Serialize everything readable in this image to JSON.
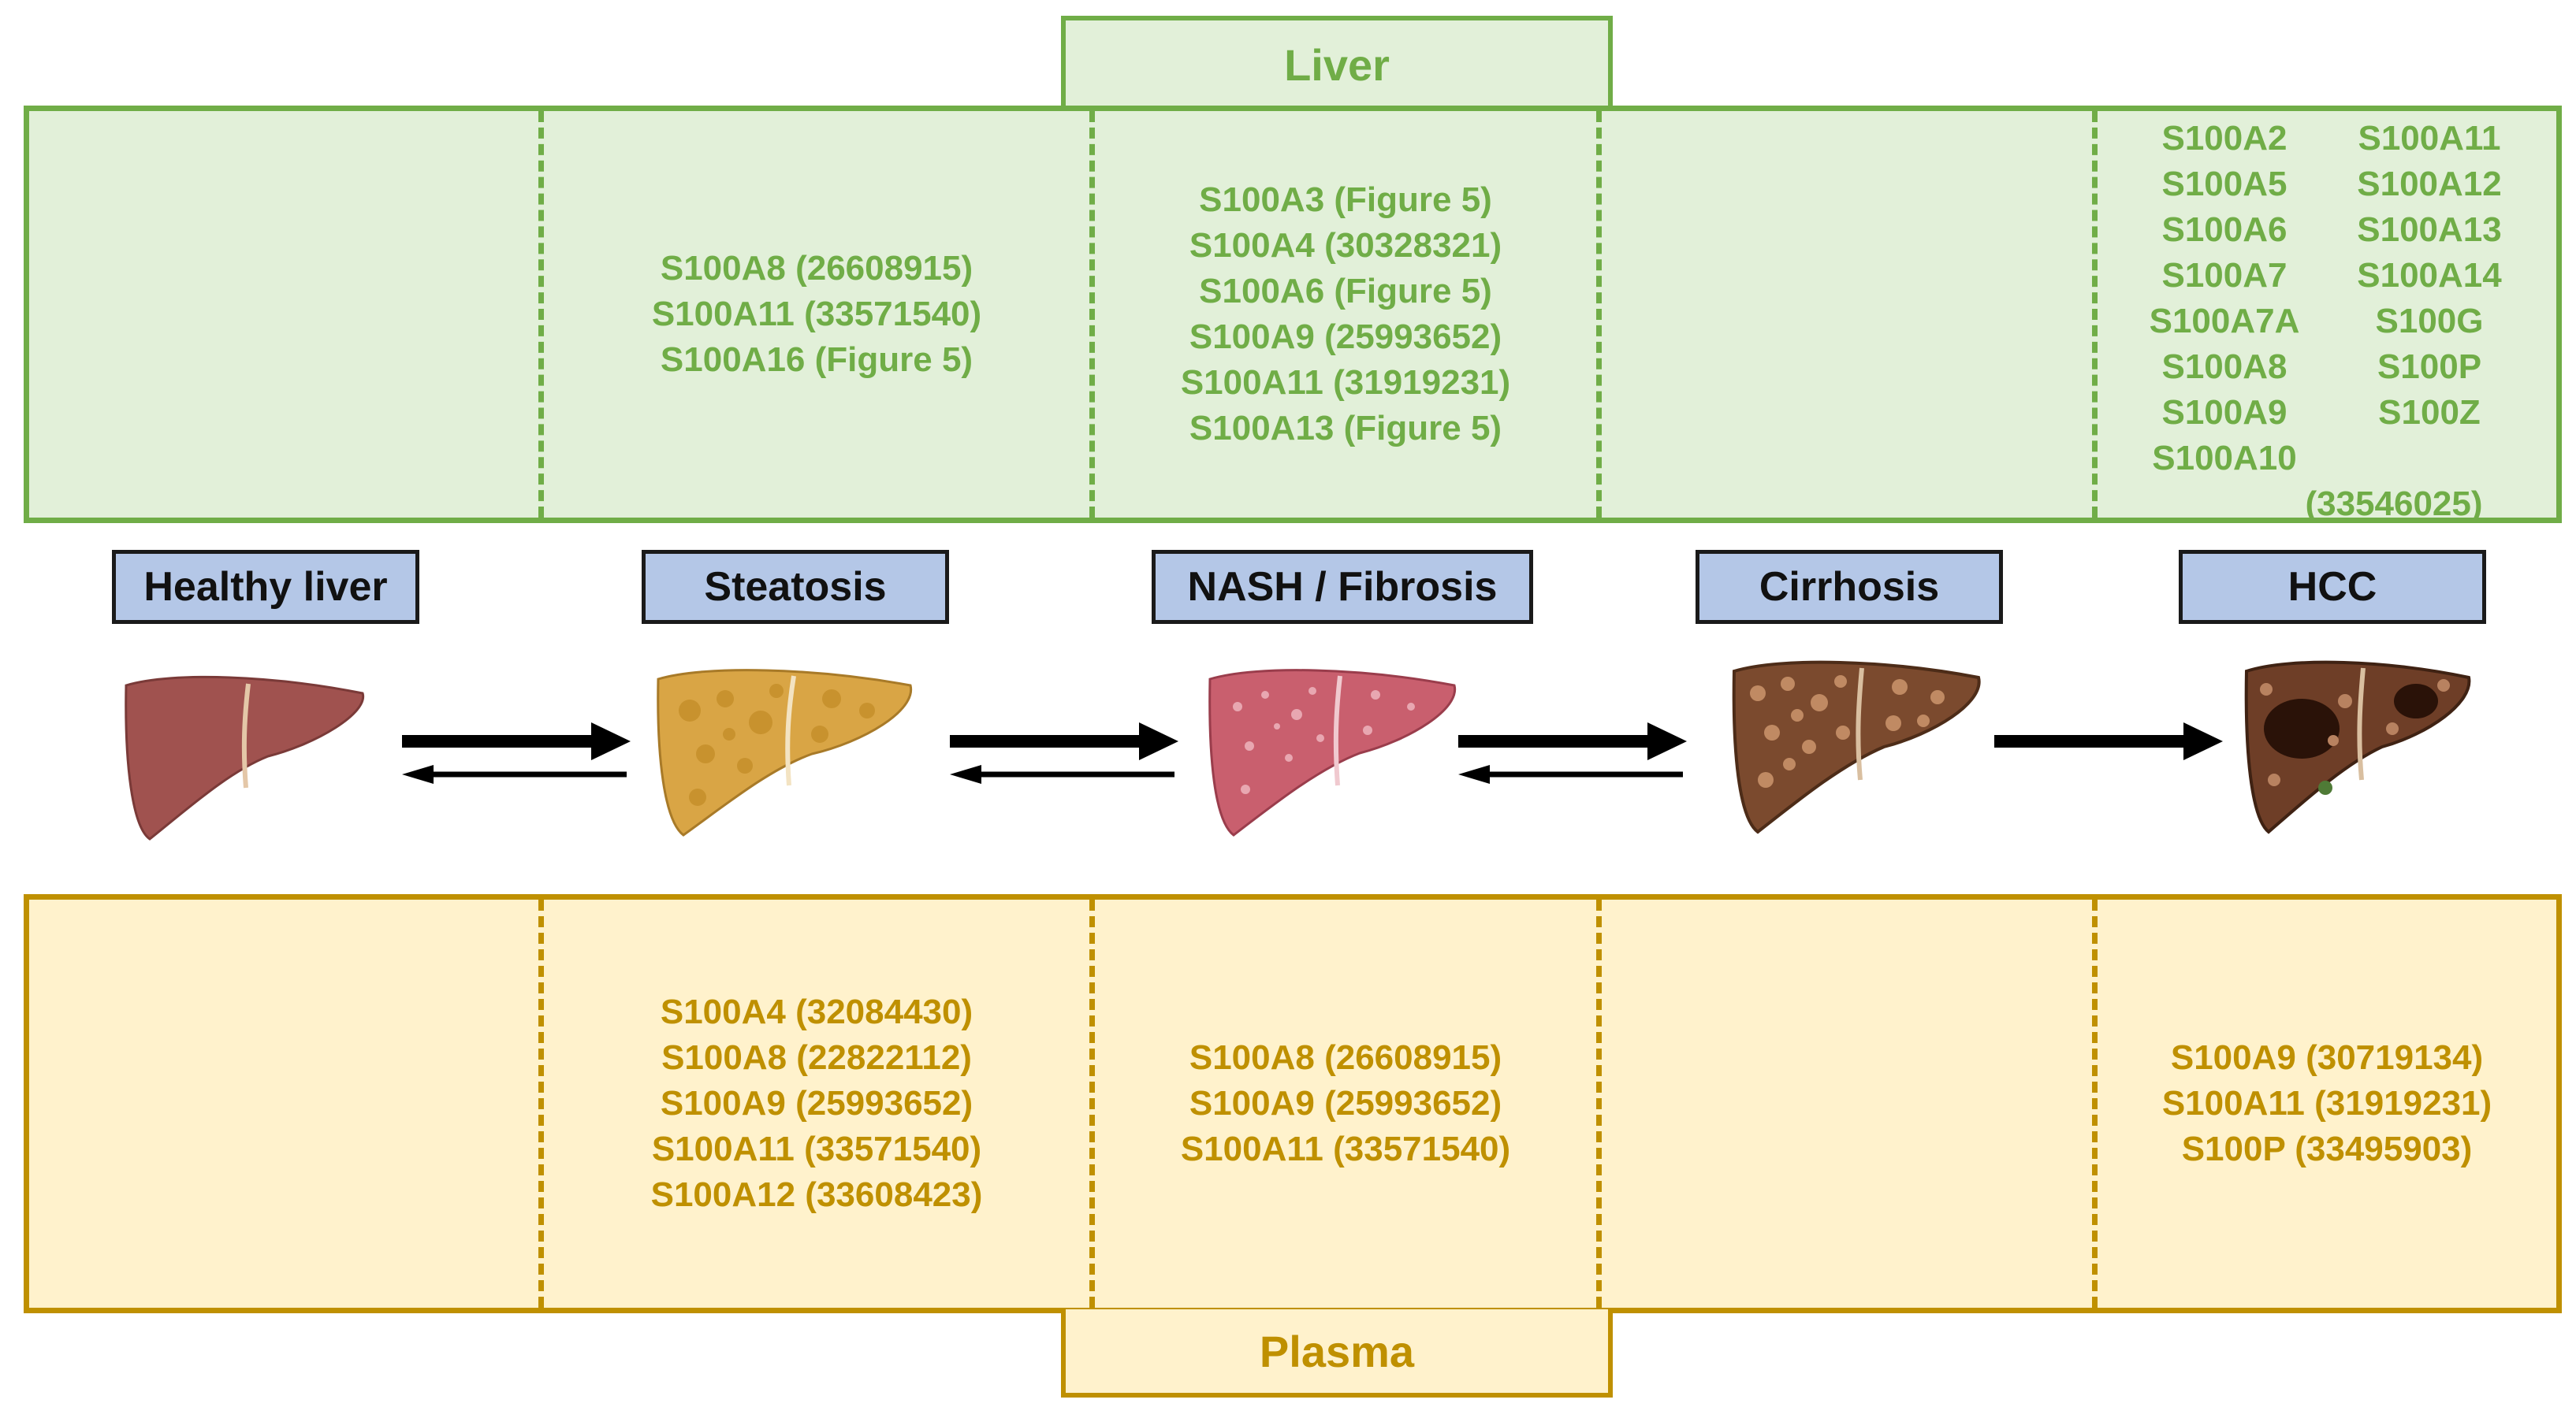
{
  "header": {
    "liver_label": "Liver",
    "plasma_label": "Plasma"
  },
  "stages": [
    {
      "label": "Healthy liver"
    },
    {
      "label": "Steatosis"
    },
    {
      "label": "NASH / Fibrosis"
    },
    {
      "label": "Cirrhosis"
    },
    {
      "label": "HCC"
    }
  ],
  "liver_markers": {
    "healthy": [],
    "steatosis": [
      "S100A8 (26608915)",
      "S100A11 (33571540)",
      "S100A16 (Figure 5)"
    ],
    "nash_fibrosis": [
      "S100A3 (Figure 5)",
      "S100A4 (30328321)",
      "S100A6 (Figure 5)",
      "S100A9 (25993652)",
      "S100A11 (31919231)",
      "S100A13 (Figure 5)"
    ],
    "cirrhosis": [],
    "hcc": {
      "left": [
        "S100A2",
        "S100A5",
        "S100A6",
        "S100A7",
        "S100A7A",
        "S100A8",
        "S100A9",
        "S100A10"
      ],
      "right": [
        "S100A11",
        "S100A12",
        "S100A13",
        "S100A14",
        "S100G",
        "S100P",
        "S100Z"
      ],
      "reference": "(33546025)"
    }
  },
  "plasma_markers": {
    "healthy": [],
    "steatosis": [
      "S100A4 (32084430)",
      "S100A8 (22822112)",
      "S100A9 (25993652)",
      "S100A11 (33571540)",
      "S100A12 (33608423)"
    ],
    "nash_fibrosis": [
      "S100A8 (26608915)",
      "S100A9 (25993652)",
      "S100A11 (33571540)"
    ],
    "cirrhosis": [],
    "hcc": [
      "S100A9 (30719134)",
      "S100A11 (31919231)",
      "S100P (33495903)"
    ]
  },
  "colors": {
    "liver_border": "#70ad47",
    "liver_fill": "#e2f0d9",
    "plasma_border": "#bf9000",
    "plasma_fill": "#fff2cc",
    "stage_fill": "#b4c7e7"
  },
  "illustrations": [
    {
      "name": "healthy-liver-icon"
    },
    {
      "name": "steatosis-liver-icon"
    },
    {
      "name": "nash-liver-icon"
    },
    {
      "name": "cirrhosis-liver-icon"
    },
    {
      "name": "hcc-liver-icon"
    }
  ],
  "transitions": [
    "reversible",
    "reversible",
    "reversible",
    "irreversible"
  ]
}
